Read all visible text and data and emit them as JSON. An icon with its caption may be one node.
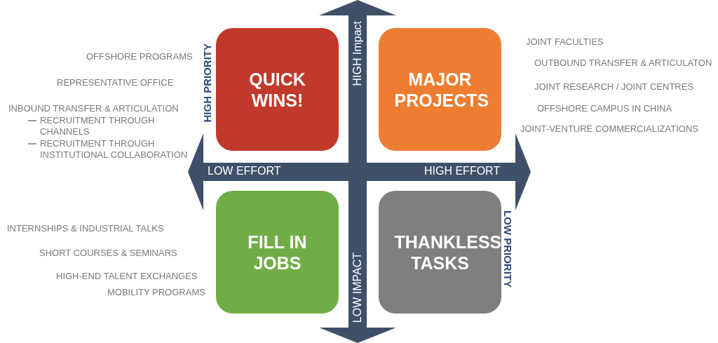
{
  "diagram": {
    "nodes": [
      {
        "text": [
          "QUICK WINS!"
        ]
      },
      {
        "text": [
          "MAJOR PROJECTS"
        ]
      },
      {
        "text": [
          "FILL IN JOBS"
        ]
      },
      {
        "text": [
          "THANKLESS TASKS"
        ]
      }
    ],
    "labels": [
      "OFFSHORE PROGRAMS",
      "REPRESENTATIVE OFFICE",
      "INBOUND TRANSFER & ARTICULATION",
      "RECRUITMENT THROUGH CHANNELS",
      "RECRUITMENT THROUGH INSTITUTIONAL COLLABORATION",
      "JOINT FACULTIES",
      "OUTBOUND TRANSFER & ARTICULATON",
      "JOINT RESEARCH / JOINT CENTRES",
      "OFFSHORE CAMPUS IN CHINA",
      "JOINT-VENTURE COMMERCIALIZATIONS",
      "HIGH Impact",
      "HIGH PRIORITY",
      "LOW EFFORT",
      "HIGH EFFORT",
      "INTERNSHIPS & INDUSTRIAL TALKS",
      "SHORT COURSES & SEMINARS",
      "HIGH-END TALENT EXCHANGES",
      "LOW PRIORITY",
      "MOBILITY PROGRAMS",
      "LOW IMPACT"
    ]
  }
}
